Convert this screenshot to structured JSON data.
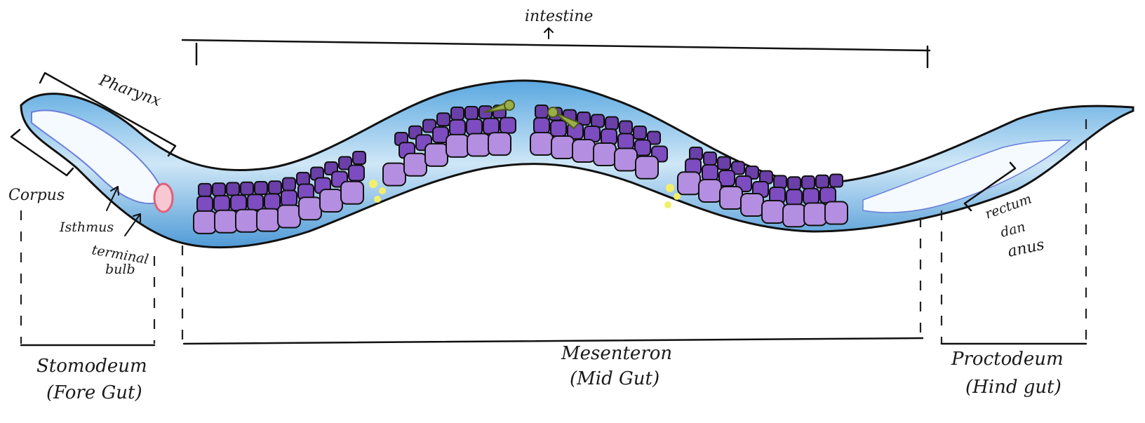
{
  "labels": {
    "intestine": "intestine",
    "pharynx": "Pharynx",
    "corpus": "Corpus",
    "isthmus": "Isthmus",
    "terminal_bulb_1": "terminal",
    "terminal_bulb_2": "bulb",
    "rectum_1": "rectum",
    "rectum_2": "dan",
    "rectum_3": "anus",
    "stomodeum_1": "Stomodeum",
    "stomodeum_2": "(Fore Gut)",
    "mesenteron_1": "Mesenteron",
    "mesenteron_2": "(Mid Gut)",
    "proctodeum_1": "Proctodeum",
    "proctodeum_2": "(Hind gut)"
  },
  "colors": {
    "body_fill": "#7fbfe8",
    "body_light": "#cfe7f7",
    "cell_dark": "#6a3fa8",
    "cell_light": "#b48ee0",
    "bulb": "#e0607a",
    "yolk": "#f2f06a",
    "spermatheca": "#9aae4a"
  }
}
